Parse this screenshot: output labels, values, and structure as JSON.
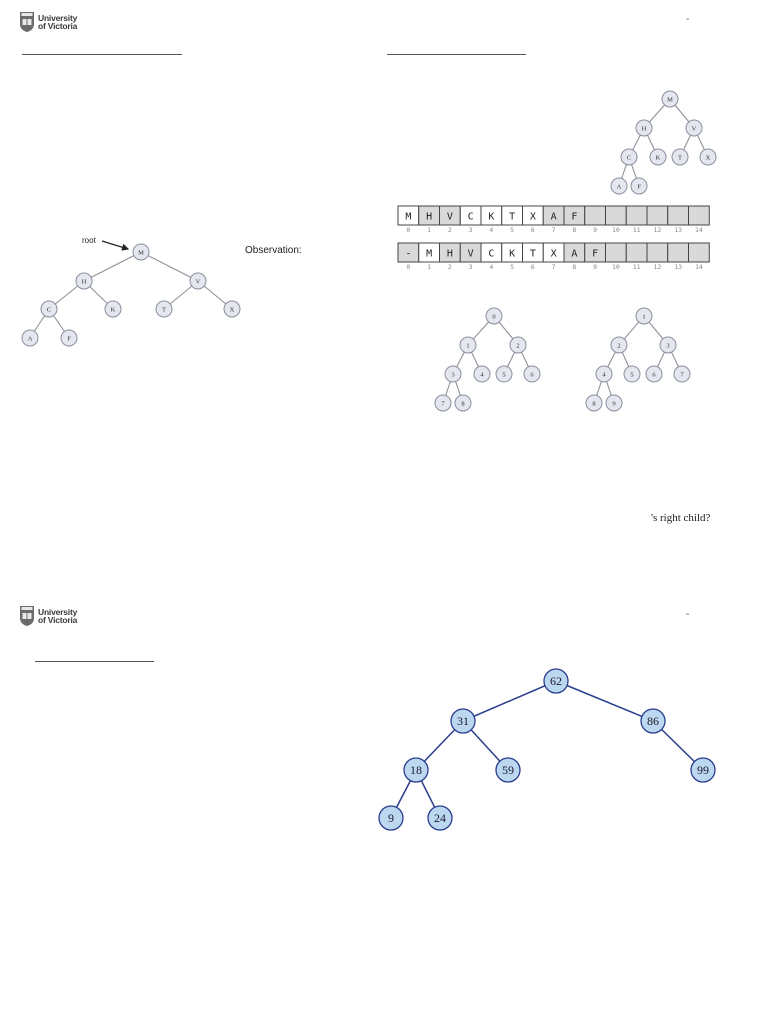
{
  "page1": {
    "logo": {
      "line1": "University",
      "line2": "of Victoria",
      "icon": "university-crest-icon"
    },
    "header_dash": "-",
    "observation_label": "Observation:",
    "root_label": "root",
    "question_fragment": "'s right child?",
    "tree_letters": {
      "nodes": [
        {
          "id": "M",
          "label": "M"
        },
        {
          "id": "H",
          "label": "H"
        },
        {
          "id": "V",
          "label": "V"
        },
        {
          "id": "C",
          "label": "C"
        },
        {
          "id": "K",
          "label": "K"
        },
        {
          "id": "T",
          "label": "T"
        },
        {
          "id": "X",
          "label": "X"
        },
        {
          "id": "A",
          "label": "A"
        },
        {
          "id": "F",
          "label": "F"
        }
      ],
      "edges": [
        [
          "M",
          "H"
        ],
        [
          "M",
          "V"
        ],
        [
          "H",
          "C"
        ],
        [
          "H",
          "K"
        ],
        [
          "V",
          "T"
        ],
        [
          "V",
          "X"
        ],
        [
          "C",
          "A"
        ],
        [
          "C",
          "F"
        ]
      ]
    },
    "array_zero_based": {
      "cells": [
        "M",
        "H",
        "V",
        "C",
        "K",
        "T",
        "X",
        "A",
        "F",
        "",
        "",
        "",
        "",
        "",
        ""
      ],
      "shaded": [
        false,
        true,
        true,
        false,
        false,
        false,
        false,
        true,
        true,
        true,
        true,
        true,
        true,
        true,
        true
      ],
      "indices": [
        "0",
        "1",
        "2",
        "3",
        "4",
        "5",
        "6",
        "7",
        "8",
        "9",
        "10",
        "11",
        "12",
        "13",
        "14"
      ]
    },
    "array_one_based": {
      "cells": [
        "-",
        "M",
        "H",
        "V",
        "C",
        "K",
        "T",
        "X",
        "A",
        "F",
        "",
        "",
        "",
        "",
        ""
      ],
      "shaded": [
        true,
        false,
        true,
        true,
        false,
        false,
        false,
        false,
        true,
        true,
        true,
        true,
        true,
        true,
        true
      ],
      "indices": [
        "0",
        "1",
        "2",
        "3",
        "4",
        "5",
        "6",
        "7",
        "8",
        "9",
        "10",
        "11",
        "12",
        "13",
        "14"
      ]
    },
    "tree_index_zero": {
      "nodes": [
        {
          "id": "0",
          "label": "0"
        },
        {
          "id": "1",
          "label": "1"
        },
        {
          "id": "2",
          "label": "2"
        },
        {
          "id": "3",
          "label": "3"
        },
        {
          "id": "4",
          "label": "4"
        },
        {
          "id": "5",
          "label": "5"
        },
        {
          "id": "6",
          "label": "6"
        },
        {
          "id": "7",
          "label": "7"
        },
        {
          "id": "8",
          "label": "8"
        }
      ],
      "edges": [
        [
          "0",
          "1"
        ],
        [
          "0",
          "2"
        ],
        [
          "1",
          "3"
        ],
        [
          "1",
          "4"
        ],
        [
          "2",
          "5"
        ],
        [
          "2",
          "6"
        ],
        [
          "3",
          "7"
        ],
        [
          "3",
          "8"
        ]
      ]
    },
    "tree_index_one": {
      "nodes": [
        {
          "id": "1",
          "label": "1"
        },
        {
          "id": "2",
          "label": "2"
        },
        {
          "id": "3",
          "label": "3"
        },
        {
          "id": "4",
          "label": "4"
        },
        {
          "id": "5",
          "label": "5"
        },
        {
          "id": "6",
          "label": "6"
        },
        {
          "id": "7",
          "label": "7"
        },
        {
          "id": "8",
          "label": "8"
        },
        {
          "id": "9",
          "label": "9"
        }
      ],
      "edges": [
        [
          "1",
          "2"
        ],
        [
          "1",
          "3"
        ],
        [
          "2",
          "4"
        ],
        [
          "2",
          "5"
        ],
        [
          "3",
          "6"
        ],
        [
          "3",
          "7"
        ],
        [
          "4",
          "8"
        ],
        [
          "4",
          "9"
        ]
      ]
    }
  },
  "page2": {
    "logo": {
      "line1": "University",
      "line2": "of Victoria",
      "icon": "university-crest-icon"
    },
    "header_dash": "-",
    "bst": {
      "nodes": [
        {
          "id": "62",
          "label": "62"
        },
        {
          "id": "31",
          "label": "31"
        },
        {
          "id": "86",
          "label": "86"
        },
        {
          "id": "18",
          "label": "18"
        },
        {
          "id": "59",
          "label": "59"
        },
        {
          "id": "99",
          "label": "99"
        },
        {
          "id": "9",
          "label": "9"
        },
        {
          "id": "24",
          "label": "24"
        }
      ],
      "edges": [
        [
          "62",
          "31"
        ],
        [
          "62",
          "86"
        ],
        [
          "31",
          "18"
        ],
        [
          "31",
          "59"
        ],
        [
          "86",
          "99"
        ],
        [
          "18",
          "9"
        ],
        [
          "18",
          "24"
        ]
      ]
    }
  },
  "colors": {
    "small_node_fill": "#e4e7ef",
    "small_node_stroke": "#8a8f9c",
    "small_edge": "#8e919a",
    "bst_node_fill": "#bcd7f0",
    "bst_node_stroke": "#2a3e8e",
    "bst_edge": "#2a3e8e",
    "array_shade": "#d9d9d9",
    "array_border": "#444444"
  }
}
